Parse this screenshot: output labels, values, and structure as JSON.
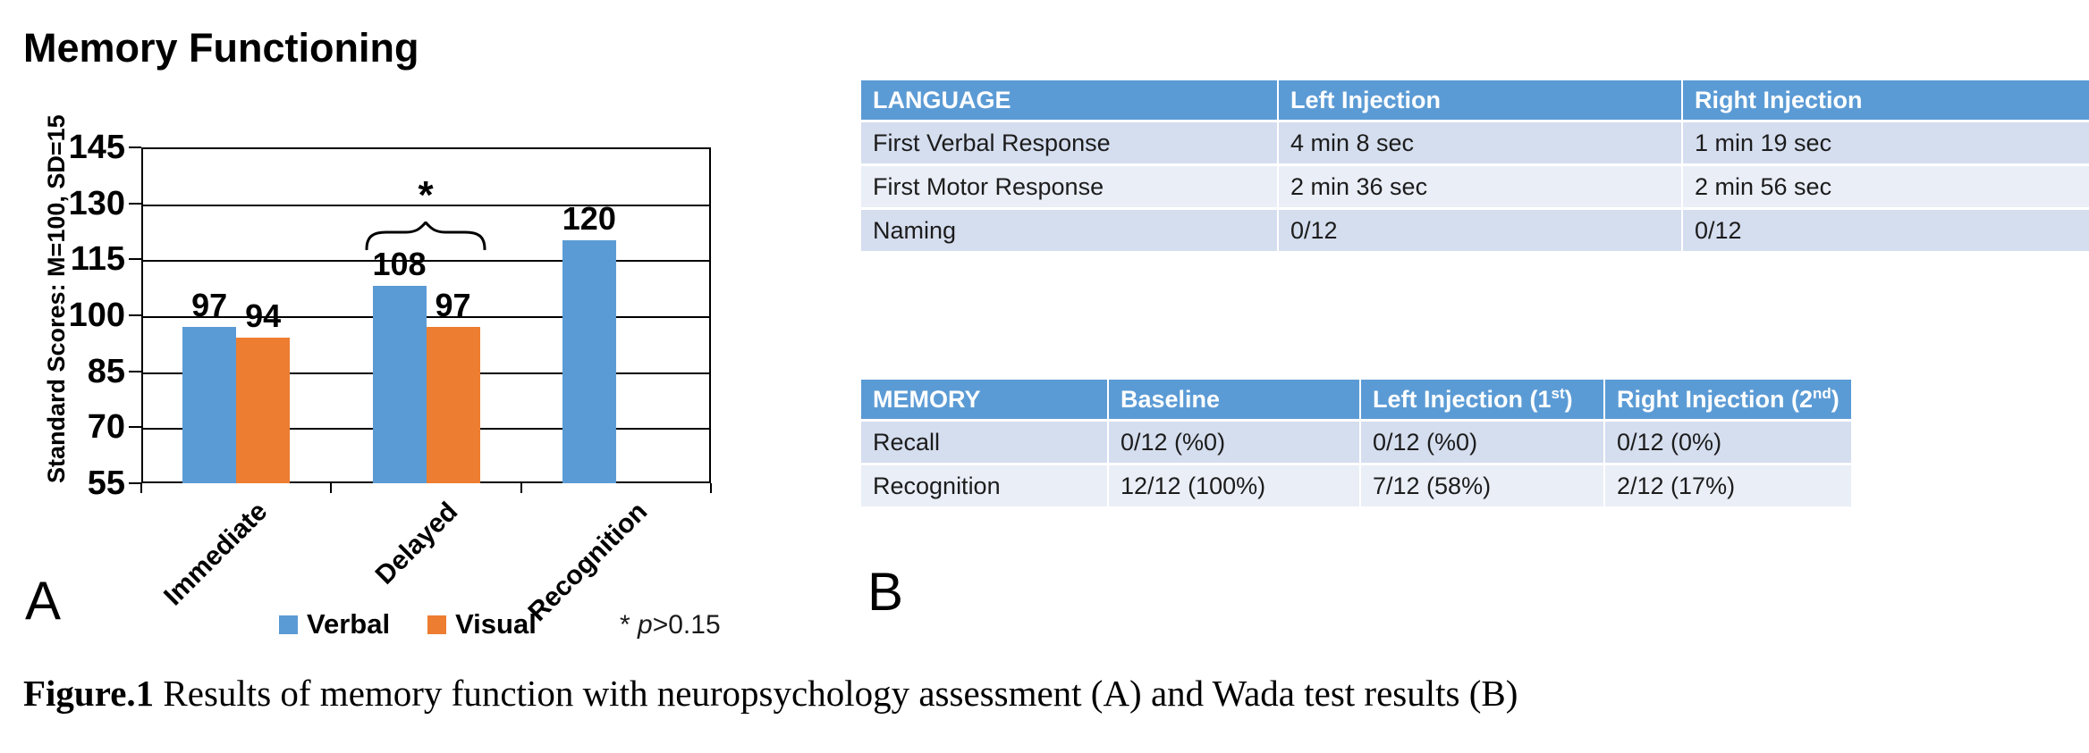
{
  "colors": {
    "verbal_blue": "#5B9BD5",
    "visual_orange": "#ED7D31",
    "table_header_bg": "#5B9BD5",
    "table_header_text": "#FFFFFF",
    "row_band_dark": "#D5DEEF",
    "row_band_light": "#EAEEF7"
  },
  "chart_data": {
    "type": "bar",
    "title": "Memory Functioning",
    "categories": [
      "Immediate",
      "Delayed",
      "Recognition"
    ],
    "series": [
      {
        "name": "Verbal",
        "color": "#5B9BD5",
        "values": [
          97,
          108,
          120
        ]
      },
      {
        "name": "Visual",
        "color": "#ED7D31",
        "values": [
          94,
          97,
          null
        ]
      }
    ],
    "ylabel": "Standard Scores: M=100, SD=15",
    "xlabel": "",
    "ylim": [
      55,
      145
    ],
    "ytick_step": 15,
    "grid": true,
    "legend_position": "bottom",
    "annotation": {
      "star": "*",
      "target_category": "Delayed"
    }
  },
  "panel_a": {
    "title": "Memory Functioning",
    "panel_label": "A",
    "note": {
      "star": "*",
      "italic": "p",
      "rest": ">0.15"
    }
  },
  "panel_b": {
    "panel_label": "B",
    "language_table": {
      "headers": [
        {
          "text": "LANGUAGE"
        },
        {
          "text": "Left Injection"
        },
        {
          "text": "Right Injection"
        }
      ],
      "rows": [
        [
          "First Verbal Response",
          "4 min 8 sec",
          "1 min 19 sec"
        ],
        [
          "First Motor Response",
          "2 min 36 sec",
          "2 min 56 sec"
        ],
        [
          "Naming",
          "0/12",
          "0/12"
        ]
      ]
    },
    "memory_table": {
      "headers": [
        {
          "text": "MEMORY"
        },
        {
          "text": "Baseline"
        },
        {
          "text": "Left Injection (1",
          "sup": "st",
          "post": ")"
        },
        {
          "text": "Right Injection (2",
          "sup": "nd",
          "post": ")"
        }
      ],
      "rows": [
        [
          "Recall",
          "0/12 (%0)",
          "0/12 (%0)",
          "0/12 (0%)"
        ],
        [
          "Recognition",
          "12/12 (100%)",
          "7/12 (58%)",
          "2/12 (17%)"
        ]
      ]
    }
  },
  "caption": {
    "prefix": "Figure.1",
    "rest": " Results of memory function with neuropsychology assessment (A) and Wada test results (B)"
  }
}
